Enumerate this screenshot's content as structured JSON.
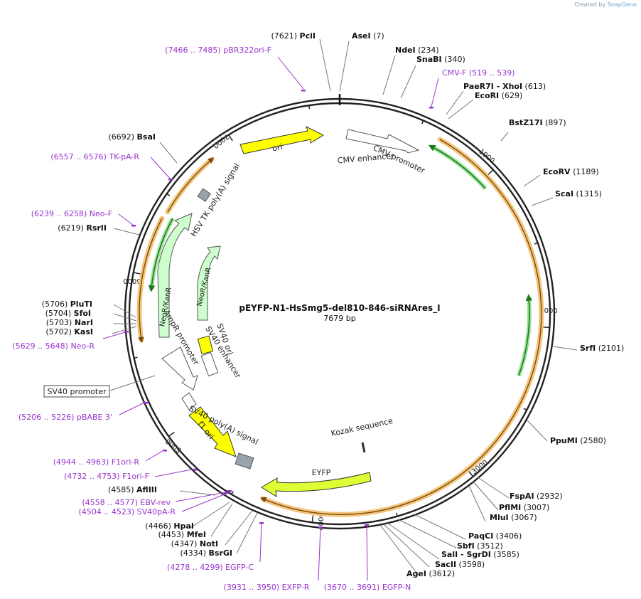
{
  "credit": {
    "prefix": "Created by",
    "brand": "SnapGene"
  },
  "plasmid": {
    "name": "pEYFP-N1-HsSmg5-del810-846-siRNAres_I",
    "size_label": "7679 bp"
  },
  "length": 7679,
  "tick_labels": [
    "1000",
    "2000",
    "3000",
    "4000",
    "5000",
    "6000",
    "7000"
  ],
  "enzymes": [
    {
      "name": "AseI",
      "pos": "(7)"
    },
    {
      "name": "PciI",
      "pos": "(7621)"
    },
    {
      "name": "NdeI",
      "pos": "(234)"
    },
    {
      "name": "SnaBI",
      "pos": "(340)"
    },
    {
      "name": "PaeR7I",
      "extra": "- XhoI",
      "pos": "(613)"
    },
    {
      "name": "EcoRI",
      "pos": "(629)"
    },
    {
      "name": "BstZ17I",
      "pos": "(897)"
    },
    {
      "name": "EcoRV",
      "pos": "(1189)"
    },
    {
      "name": "ScaI",
      "pos": "(1315)"
    },
    {
      "name": "SrfI",
      "pos": "(2101)"
    },
    {
      "name": "PpuMI",
      "pos": "(2580)"
    },
    {
      "name": "FspAI",
      "pos": "(2932)"
    },
    {
      "name": "PflMI",
      "pos": "(3007)"
    },
    {
      "name": "MluI",
      "pos": "(3067)"
    },
    {
      "name": "PaqCI",
      "pos": "(3406)"
    },
    {
      "name": "SbfI",
      "pos": "(3512)"
    },
    {
      "name": "SalI",
      "extra": "- SgrDI",
      "pos": "(3585)"
    },
    {
      "name": "SacII",
      "pos": "(3598)"
    },
    {
      "name": "AgeI",
      "pos": "(3612)"
    },
    {
      "name": "BsrGI",
      "pos": "(4334)"
    },
    {
      "name": "NotI",
      "pos": "(4347)"
    },
    {
      "name": "MfeI",
      "pos": "(4453)"
    },
    {
      "name": "HpaI",
      "pos": "(4466)"
    },
    {
      "name": "AflIII",
      "pos": "(4585)"
    },
    {
      "name": "KasI",
      "pos": "(5702)"
    },
    {
      "name": "NarI",
      "pos": "(5703)"
    },
    {
      "name": "SfoI",
      "pos": "(5704)"
    },
    {
      "name": "PluTI",
      "pos": "(5706)"
    },
    {
      "name": "RsrII",
      "pos": "(6219)"
    },
    {
      "name": "BsaI",
      "pos": "(6692)"
    }
  ],
  "primers": [
    {
      "name": "pBR322ori-F",
      "range": "(7466 .. 7485)"
    },
    {
      "name": "CMV-F",
      "range": "(519 .. 539)"
    },
    {
      "name": "EGFP-N",
      "range": "(3670 .. 3691)"
    },
    {
      "name": "EXFP-R",
      "range": "(3931 .. 3950)"
    },
    {
      "name": "EGFP-C",
      "range": "(4278 .. 4299)"
    },
    {
      "name": "SV40pA-R",
      "range": "(4504 .. 4523)"
    },
    {
      "name": "EBV-rev",
      "range": "(4558 .. 4577)"
    },
    {
      "name": "F1ori-F",
      "range": "(4732 .. 4753)"
    },
    {
      "name": "F1ori-R",
      "range": "(4944 .. 4963)"
    },
    {
      "name": "pBABE 3'",
      "range": "(5206 .. 5226)"
    },
    {
      "name": "Neo-R",
      "range": "(5629 .. 5648)"
    },
    {
      "name": "Neo-F",
      "range": "(6239 .. 6258)"
    },
    {
      "name": "TK-pA-R",
      "range": "(6557 .. 6576)"
    }
  ],
  "features": {
    "ori": "ori",
    "cmv_enhancer": "CMV enhancer",
    "cmv_promoter": "CMV promoter",
    "hsv_tk_polya": "HSV TK poly(A) signal",
    "neo_outer": "NeoR/KanR",
    "neo_inner": "NeoR/KanR",
    "sv40_ori": "SV40 ori",
    "sv40_enhancer": "SV40 enhancer",
    "ampr_promoter": "AmpR promoter",
    "f1_ori": "f1 ori",
    "sv40_polya": "SV40 poly(A) signal",
    "kozak": "Kozak sequence",
    "eyfp": "EYFP",
    "sv40_promoter": "SV40 promoter"
  },
  "colors": {
    "primer": "#9933cc",
    "enzyme_line": "#777777",
    "ori": "#ffff00",
    "neo": "#ccffcc",
    "eyfp": "#ddff33",
    "orange_band": "#f4c57a",
    "green_arrow": "#1c7a1c",
    "grey_box": "#9aa3ac"
  }
}
